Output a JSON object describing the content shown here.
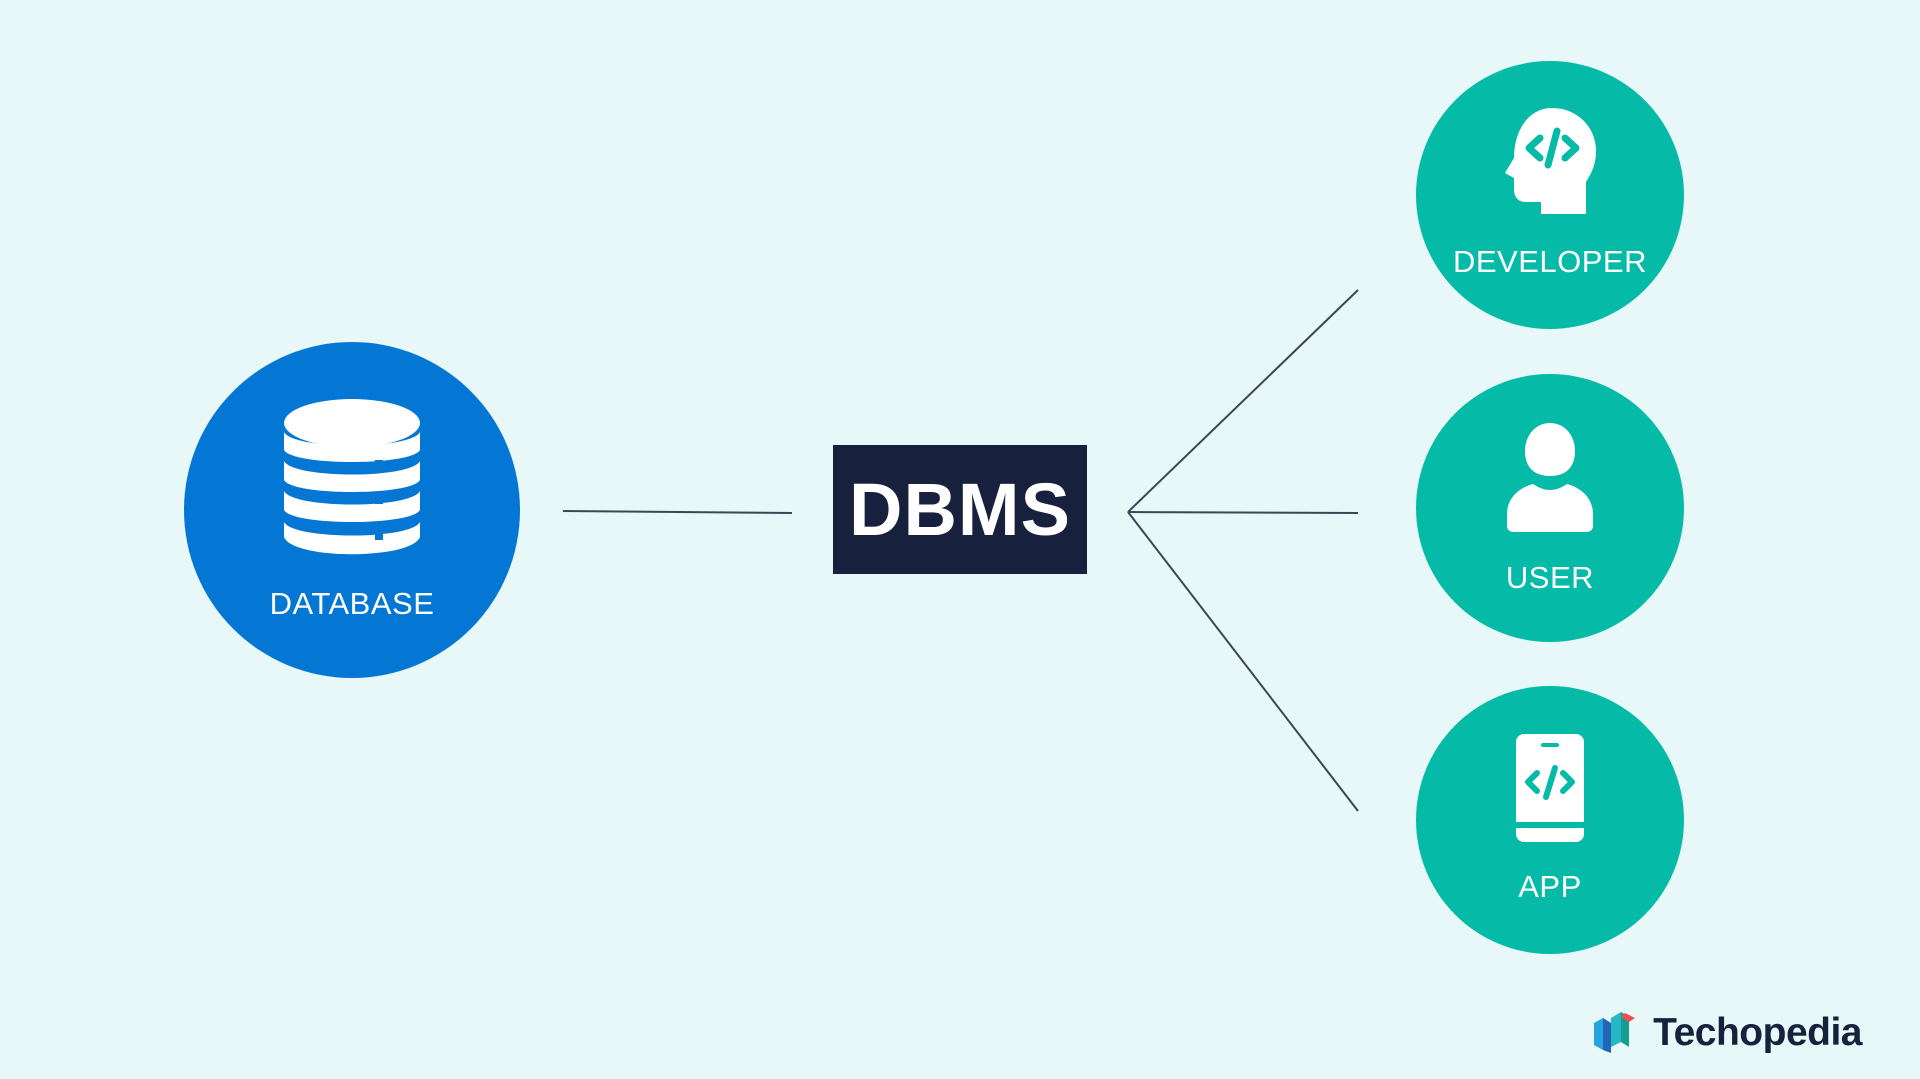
{
  "diagram": {
    "center": {
      "label": "DBMS"
    },
    "source": {
      "label": "DATABASE",
      "icon": "database-icon",
      "color": "#0377d3"
    },
    "targets": [
      {
        "label": "DEVELOPER",
        "icon": "developer-head-code-icon",
        "color": "#05bba8"
      },
      {
        "label": "USER",
        "icon": "user-icon",
        "color": "#05bba8"
      },
      {
        "label": "APP",
        "icon": "mobile-app-code-icon",
        "color": "#05bba8"
      }
    ],
    "line_color": "#3d4658"
  },
  "brand": {
    "name": "Techopedia",
    "icon": "techopedia-logo-icon"
  },
  "colors": {
    "background": "#e8f7f8",
    "dbms_box": "#17213d",
    "text_dark": "#17213d",
    "white": "#ffffff"
  }
}
